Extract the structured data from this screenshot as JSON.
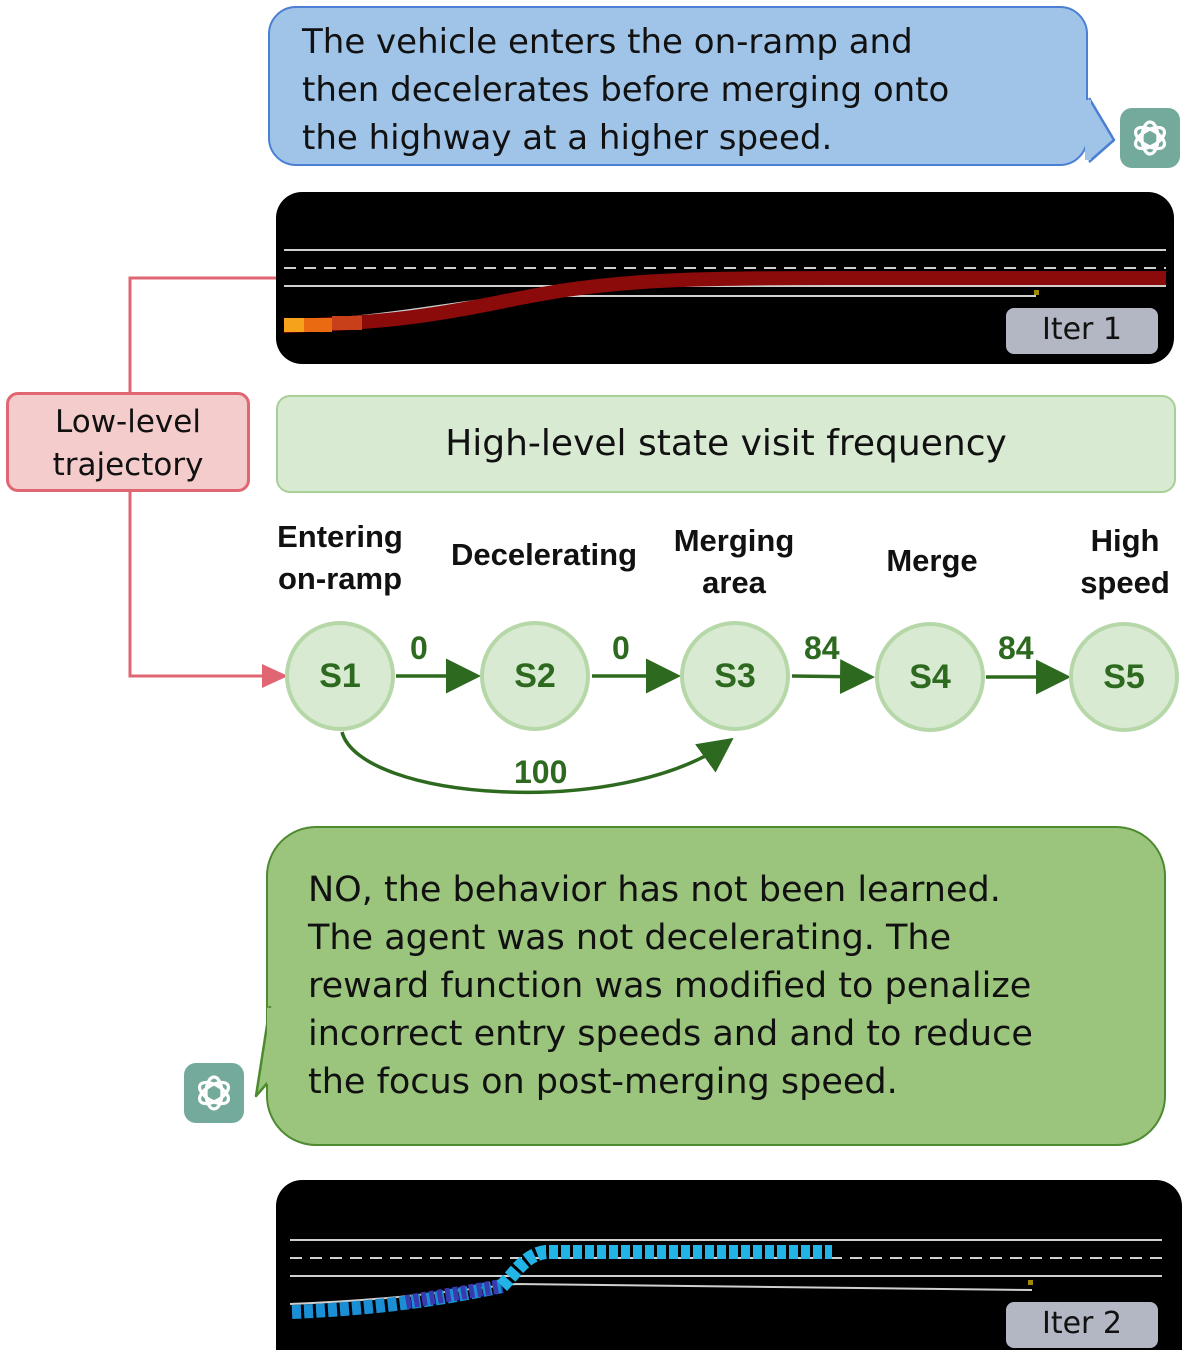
{
  "top_bubble": {
    "text_lines": [
      "The vehicle enters the on-ramp and",
      "then decelerates before merging onto",
      "the highway at a higher speed."
    ]
  },
  "iter1": {
    "label": "Iter 1"
  },
  "iter2": {
    "label": "Iter 2"
  },
  "low_level": {
    "lines": [
      "Low-level",
      "trajectory"
    ]
  },
  "freq_box": {
    "label": "High-level state visit frequency"
  },
  "states": [
    {
      "id": "S1",
      "label_lines": [
        "Entering",
        "on-ramp"
      ]
    },
    {
      "id": "S2",
      "label_lines": [
        "Decelerating"
      ]
    },
    {
      "id": "S3",
      "label_lines": [
        "Merging",
        "area"
      ]
    },
    {
      "id": "S4",
      "label_lines": [
        "Merge"
      ]
    },
    {
      "id": "S5",
      "label_lines": [
        "High",
        "speed"
      ]
    }
  ],
  "edges": [
    {
      "from": "S1",
      "to": "S2",
      "value": "0"
    },
    {
      "from": "S2",
      "to": "S3",
      "value": "0"
    },
    {
      "from": "S3",
      "to": "S4",
      "value": "84"
    },
    {
      "from": "S4",
      "to": "S5",
      "value": "84"
    },
    {
      "from": "S1",
      "to": "S3",
      "value": "100"
    }
  ],
  "bottom_bubble": {
    "text_lines": [
      "NO, the behavior has not been learned.",
      "The agent was not decelerating. The",
      "reward function was modified to penalize",
      "incorrect entry speeds and and to reduce",
      "the focus on post-merging speed."
    ]
  },
  "icons": {
    "assistant": "chatgpt-logo-icon"
  },
  "colors": {
    "top_bubble_fill": "#a0c4e8",
    "bottom_bubble_fill": "#9bc47d",
    "node_fill": "#d9ead3",
    "edge": "#2d6a1f",
    "low_level_fill": "#f4cccc",
    "low_level_border": "#e06673"
  }
}
